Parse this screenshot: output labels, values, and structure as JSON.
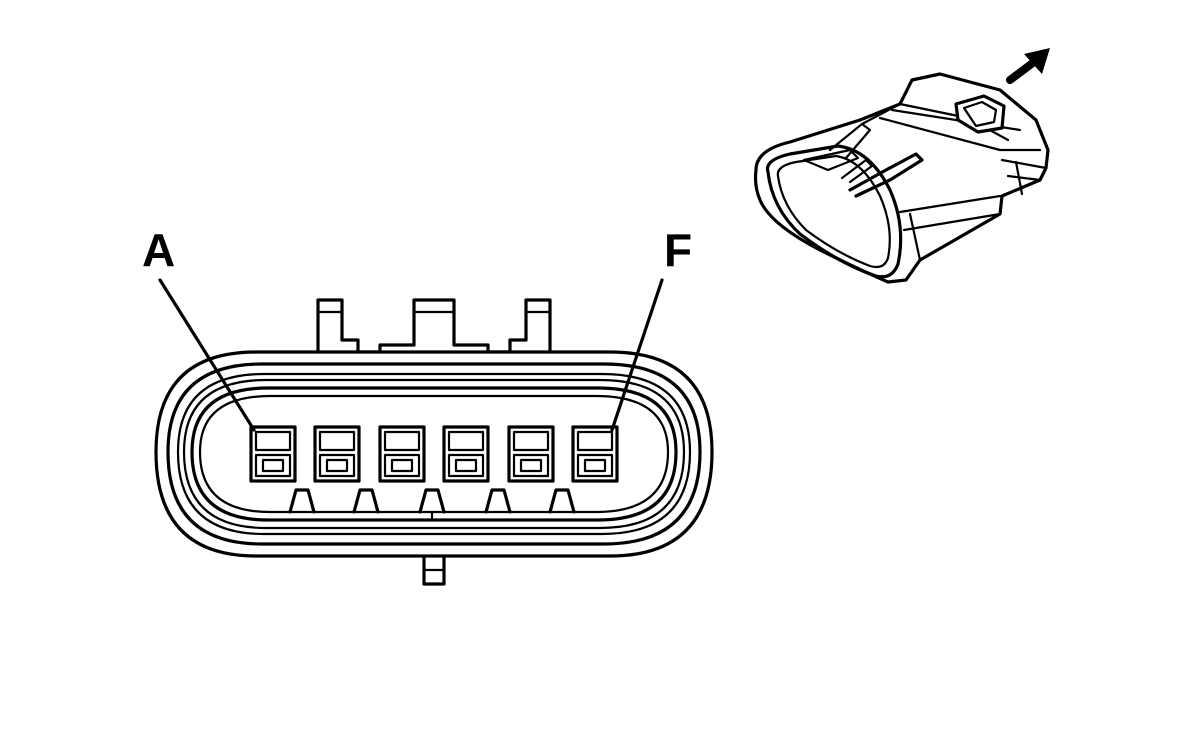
{
  "diagram": {
    "labels": {
      "first_pin": "A",
      "last_pin": "F"
    },
    "pin_count": 6,
    "colors": {
      "line": "#000000",
      "background": "#ffffff"
    },
    "icons": {
      "direction_arrow": "arrow-up-right-icon"
    }
  }
}
